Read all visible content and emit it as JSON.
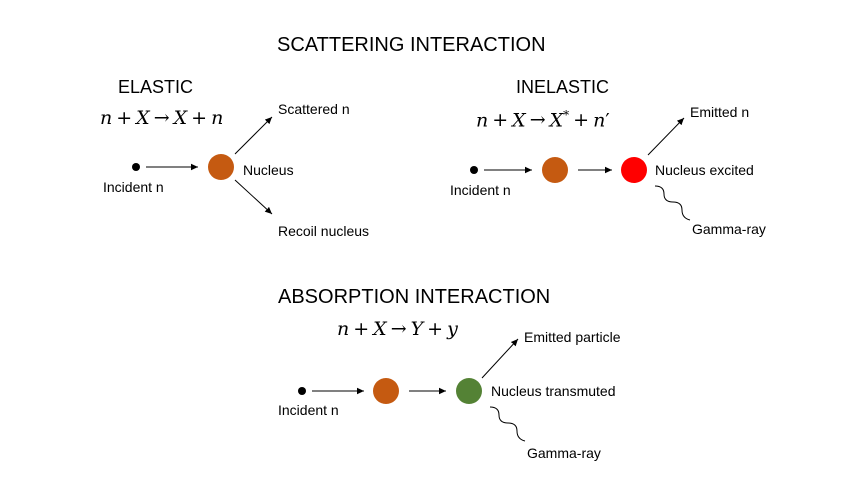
{
  "title_scattering": "SCATTERING INTERACTION",
  "title_absorption": "ABSORPTION INTERACTION",
  "elastic": {
    "heading": "ELASTIC",
    "equation": {
      "lhs1": "n",
      "op1": "+",
      "lhs2": "X",
      "arrow": "→",
      "rhs1": "X",
      "op2": "+",
      "rhs2": "n"
    },
    "incident_label": "Incident n",
    "nucleus_label": "Nucleus",
    "scattered_label": "Scattered n",
    "recoil_label": "Recoil nucleus"
  },
  "inelastic": {
    "heading": "INELASTIC",
    "equation": {
      "lhs1": "n",
      "op1": "+",
      "lhs2": "X",
      "arrow": "→",
      "rhs1": "X",
      "rhs1_sup": "*",
      "op2": "+",
      "rhs2": "n",
      "rhs2_sup": "′"
    },
    "incident_label": "Incident n",
    "excited_label": "Nucleus excited",
    "emitted_label": "Emitted n",
    "gamma_label": "Gamma-ray"
  },
  "absorption": {
    "equation": {
      "lhs1": "n",
      "op1": "+",
      "lhs2": "X",
      "arrow": "→",
      "rhs1": "Y",
      "op2": "+",
      "rhs2": "y"
    },
    "incident_label": "Incident n",
    "transmuted_label": "Nucleus transmuted",
    "emitted_label": "Emitted particle",
    "gamma_label": "Gamma-ray"
  },
  "colors": {
    "nucleus": "#c55a11",
    "excited": "#ff0000",
    "transmuted": "#548235",
    "neutron": "#000000",
    "line": "#000000"
  },
  "icons": {
    "neutron": "neutron-dot-icon",
    "nucleus": "nucleus-circle-icon",
    "gamma": "wavy-gamma-ray-icon",
    "arrow": "arrow-icon"
  }
}
